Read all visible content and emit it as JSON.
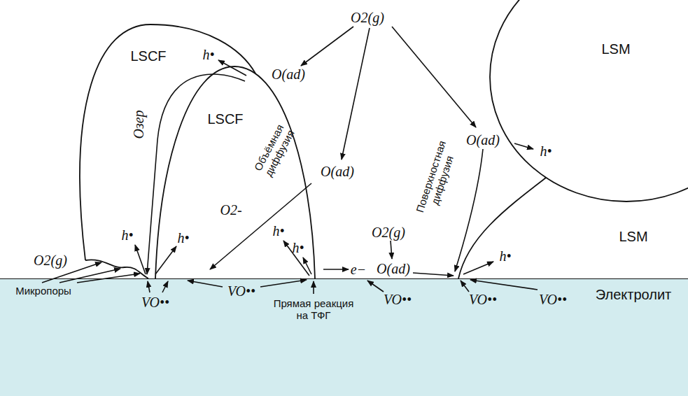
{
  "diagram": {
    "nodes": [
      {
        "text": [
          "LSCF"
        ]
      },
      {
        "text": [
          "LSCF"
        ]
      },
      {
        "text": [
          "LSM"
        ]
      },
      {
        "text": [
          "LSM"
        ]
      },
      {
        "text": [
          "Электролит"
        ]
      }
    ],
    "labels": [
      "O2(g)",
      "h•",
      "O(ad)",
      "Oзер",
      "Объёмная диффузия",
      "O(ad)",
      "O2-",
      "O2(g)",
      "h•",
      "h•",
      "h•",
      "h•",
      "O2(g)",
      "e−",
      "O(ad)",
      "Поверхностная диффузия",
      "O(ad)",
      "h•",
      "h•",
      "Микропоры",
      "VO••",
      "VO••",
      "Прямая реакция на ТФГ",
      "VO••",
      "VO••",
      "VO••"
    ]
  }
}
